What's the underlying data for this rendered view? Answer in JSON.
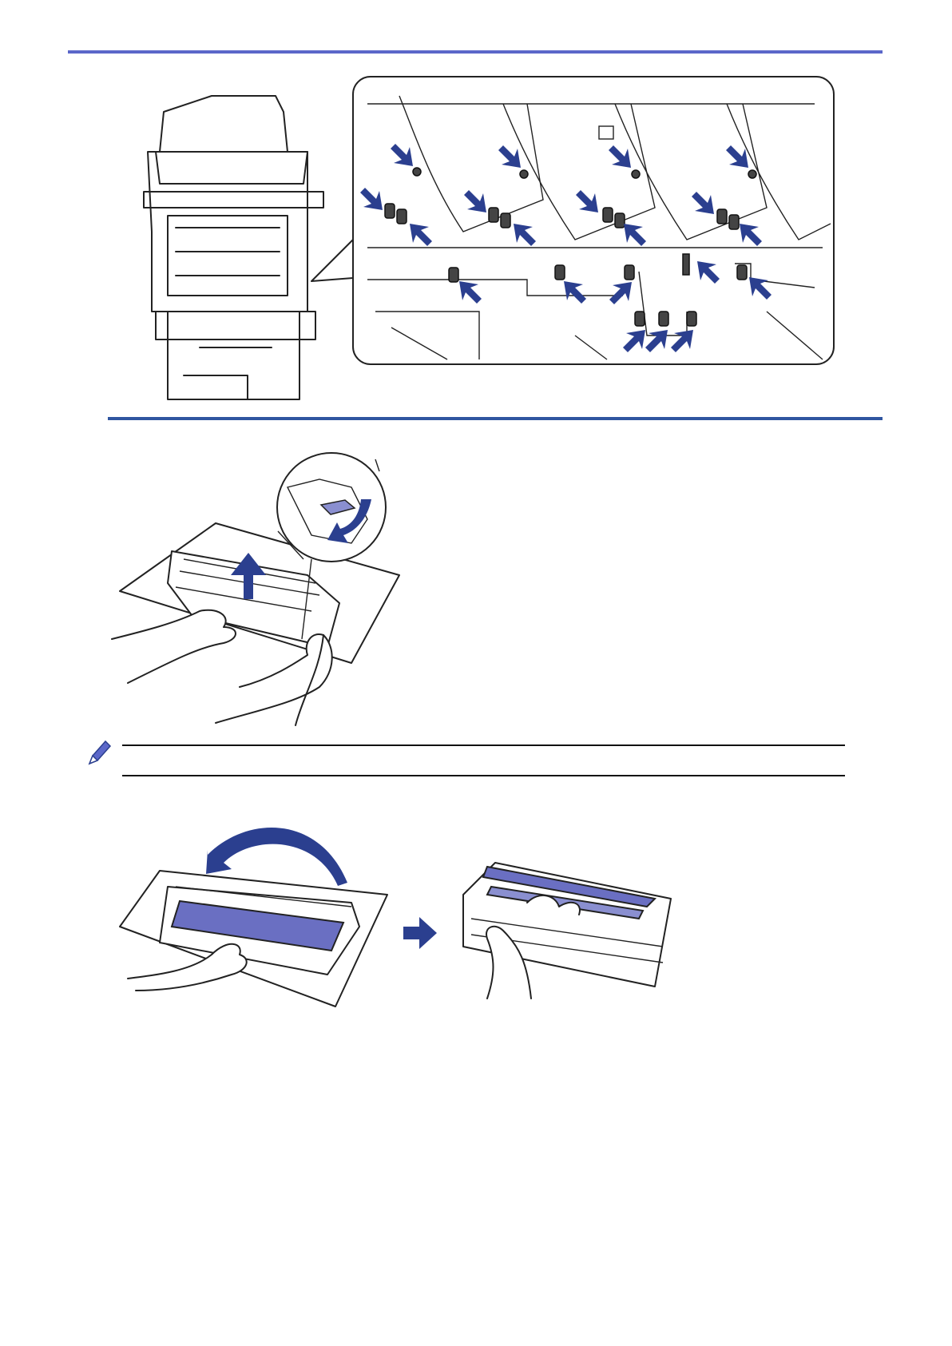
{
  "page": {
    "title": "",
    "note_icon": "pencil-icon",
    "note_text": ""
  },
  "colors": {
    "accent_rule": "#5b67c9",
    "section_rule": "#2f55a0",
    "arrow": "#2b3f8f",
    "drum_roller": "#6a6fc2"
  },
  "figures": [
    {
      "name": "printer-drum-slots-figure",
      "icon": "printer-open-illustration"
    },
    {
      "name": "drum-unit-lock-lever-figure",
      "icon": "drum-unit-hands-illustration"
    },
    {
      "name": "drum-rotate-figure",
      "icon": "drum-roller-rotate-illustration"
    }
  ]
}
